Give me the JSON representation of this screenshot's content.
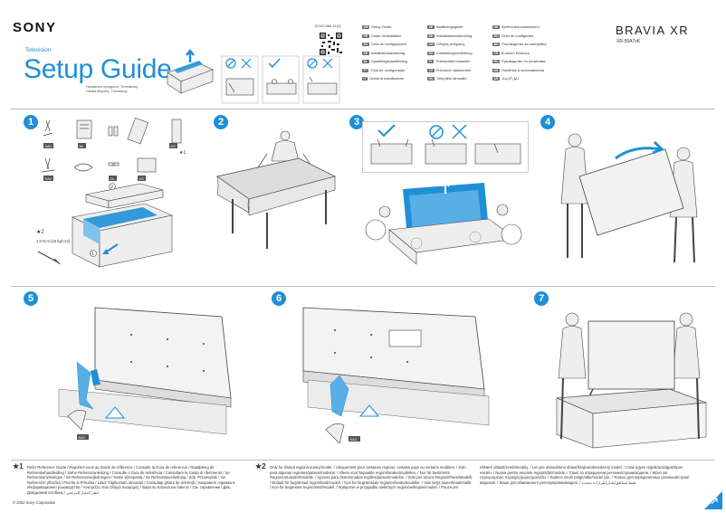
{
  "header": {
    "brand": "SONY",
    "product_type": "Television",
    "title": "Setup Guide",
    "subtitle_line1": "Название продукта: Телевизор",
    "subtitle_line2": "Назва виробу: Телевізор",
    "part_number": "5-041-063-11(1)",
    "series": "BRAVIA XR",
    "model": "XR-55A7xK"
  },
  "languages": [
    {
      "code": "GB",
      "label": "Setup Guide"
    },
    {
      "code": "FR",
      "label": "Guide d'installation"
    },
    {
      "code": "ES",
      "label": "Guía de configuración"
    },
    {
      "code": "DE",
      "label": "Installationsanleitung"
    },
    {
      "code": "NL",
      "label": "Opstellingshandleiding"
    },
    {
      "code": "PT",
      "label": "Guia de configuração"
    },
    {
      "code": "IT",
      "label": "Guida di installazione"
    },
    {
      "code": "SE",
      "label": "Inställningsguide"
    },
    {
      "code": "DK",
      "label": "Installationsvejledning"
    },
    {
      "code": "GR",
      "label": "Οδηγός ρύθμισης"
    },
    {
      "code": "NO",
      "label": "Installeringsveiledning"
    },
    {
      "code": "PL",
      "label": "Przewodnik ustawień"
    },
    {
      "code": "CZ",
      "label": "Průvodce nastavením"
    },
    {
      "code": "HU",
      "label": "Telepítési útmutató"
    },
    {
      "code": "SK",
      "label": "Sprievodca nastavením"
    },
    {
      "code": "RO",
      "label": "Ghid de configurare"
    },
    {
      "code": "BG",
      "label": "Ръководство за настройка"
    },
    {
      "code": "TR",
      "label": "Kurulum Kılavuzu"
    },
    {
      "code": "RU",
      "label": "Руководство по установке"
    },
    {
      "code": "UA",
      "label": "Посібник зі встановлення"
    },
    {
      "code": "AR",
      "label": "دليل الإعداد"
    }
  ],
  "steps": [
    "1",
    "2",
    "3",
    "4",
    "5",
    "6",
    "7"
  ],
  "step1": {
    "badges": [
      "SA1",
      "IM",
      "CC",
      "SA2",
      "CL",
      "VS"
    ],
    "star_note": "★1",
    "screw_label_star": "★2",
    "torque": "1.5 N·m {15 kgf·cm}",
    "box_marks": [
      "1",
      "2"
    ]
  },
  "step5": {
    "badge": "SA1"
  },
  "step6": {
    "badge": "SA2"
  },
  "footer": {
    "note1_mark": "★1",
    "note1": "Refer Reference Guide / Reportez-vous au Guide de référence / Consulte la Guía de referencia / Raadpleeg de Referentiehandleiding / Siehe Referenzanleitung / Consulte o Guia de referência / Consultare la Guida di riferimento / Se Referensanvisningen / Se Referencevejledningen / Katso viiteopasta / Se Referanseveiledning / Zob. Przewodnik / Viz Referenční příručka / Pozrite si Príručku / Lásd: Tájékoztató útmutató / Consultați ghidul de referință / Направете справка в Информационно ръководство / Ανατρέξτε στον Οδηγό αναφοράς / Başvuru Kılavuzuna bakınız / См. справочник / Див. Довідковий посібник / انظر الدليل المرجعي",
    "note2_mark": "★2",
    "note2": "Only for limited region/country/model. / Uniquement pour certaines régions, certains pays ou certains modèles. / Solo para algunas regiones/países/modelos. / Alleen voor bepaalde regio's/landen/modellen. / Nur für bestimmte Regionen/Länder/Modelle. / Apenas para determinadas regiões/países/modelos. / Solo per alcune Regioni/Paesi/Modelli. / Endast för begränsad region/land/modell. / Kun for begrænsede regioner/lande/modeller. / Vain tietyt alueet/maat/mallit. / Kun for begrenset region/land/modell. / Wyłącznie w przypadku niektórych regionów/krajów/modeli. / Pouze pro",
    "note3": "některé oblasti/země/modely. / Len pre obmedzenú oblasť/krajinu/obmedzený model. / Csak egyes régiók/országok/típus esetén. / Numai pentru anumite regiuni/țări/modele. / Само за определени региони/страни/модели. / Μόνο για περιορισμένες περιοχές/χώρες/μοντέλα. / Sadece sınırlı bölge/ülke/model için. / Только для определенных регионов/стран/моделей. / Лише для обмеженого регіону/країни/моделі. / فقط لمناطق/بلدان/طرازات محددة",
    "copyright": "© 2022 Sony Corporation"
  }
}
